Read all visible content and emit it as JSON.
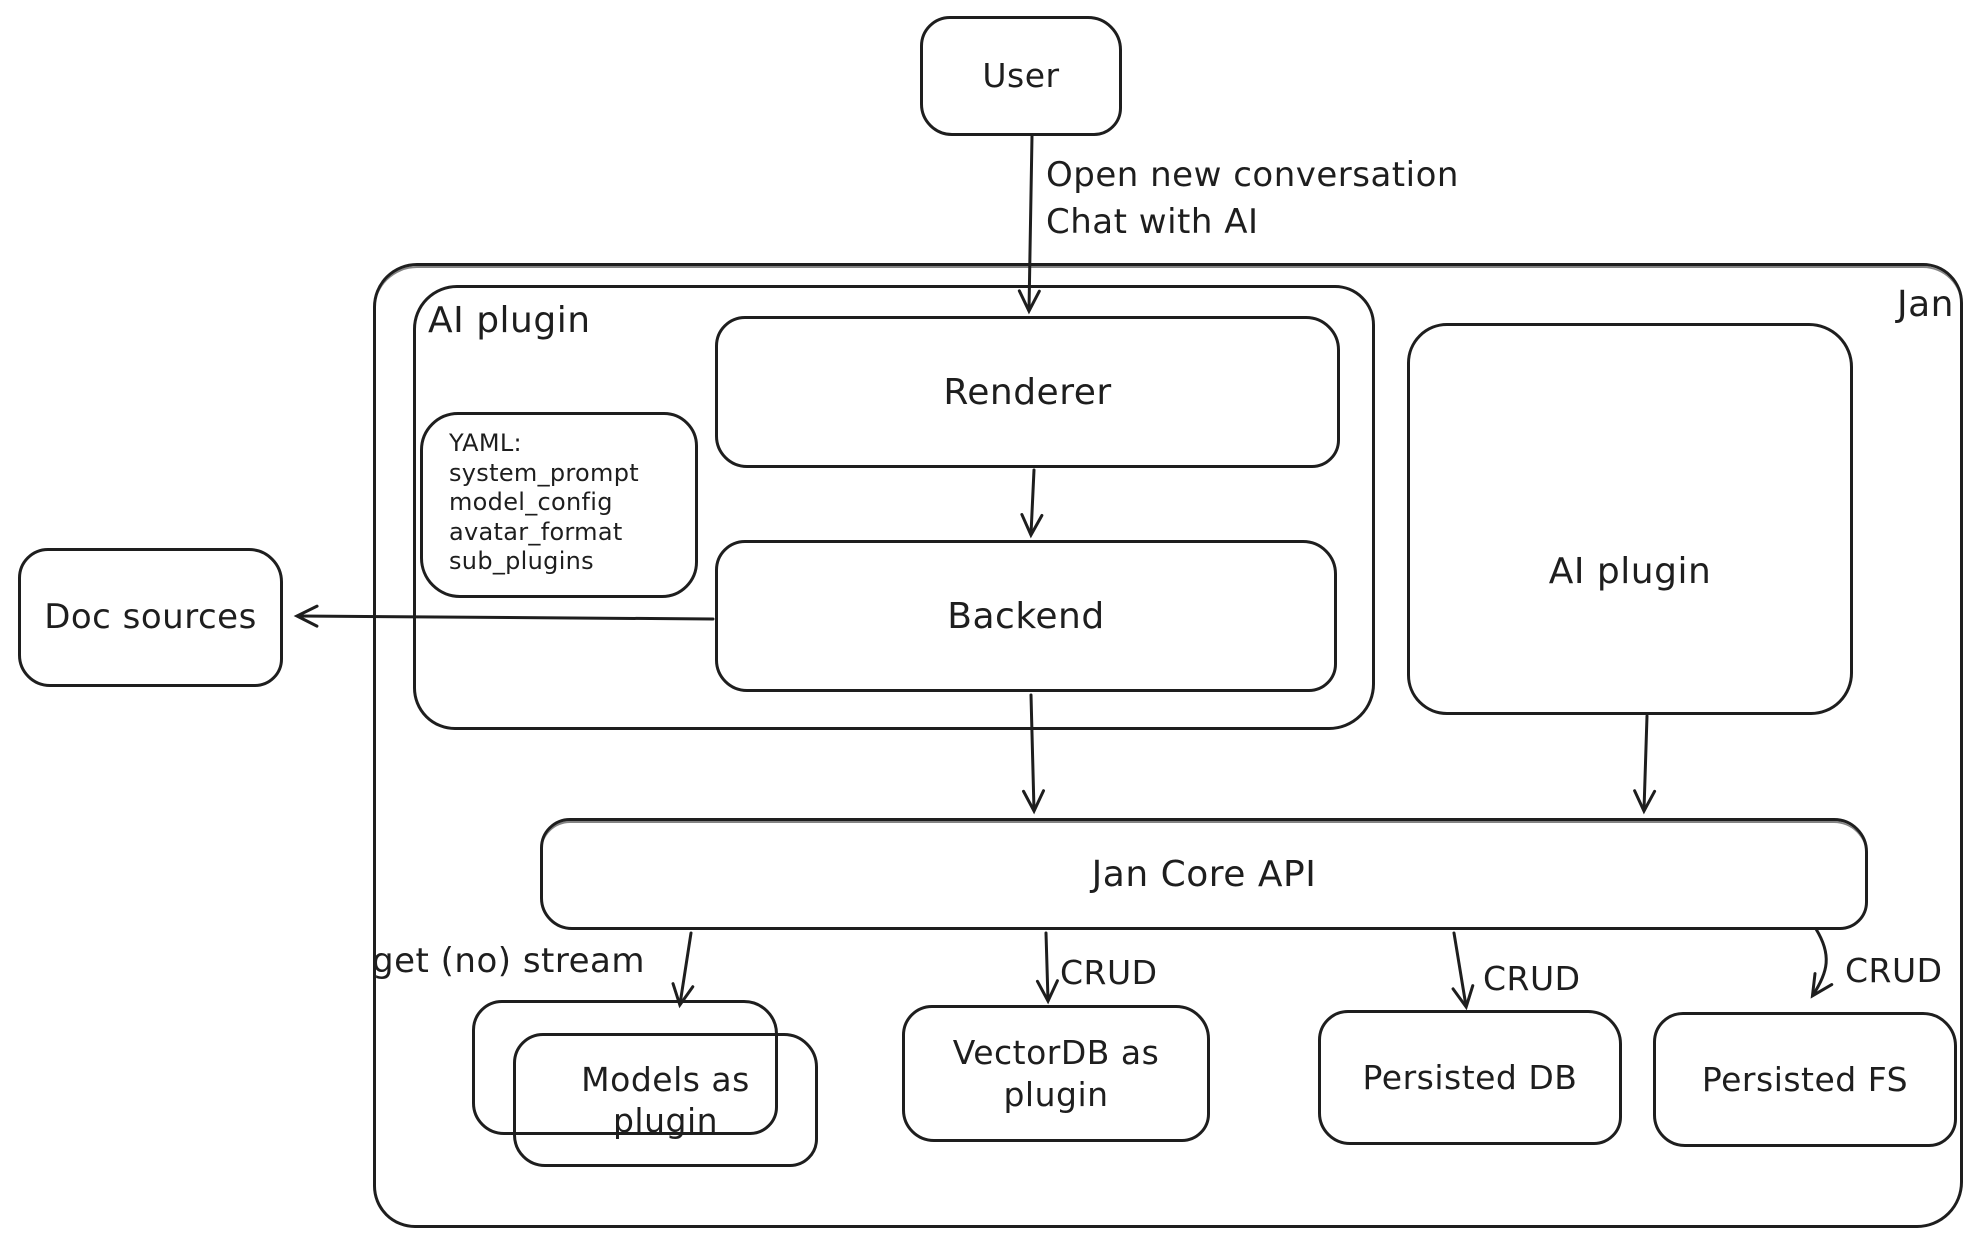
{
  "diagram": {
    "colors": {
      "stroke": "#1e1e1e",
      "background": "#ffffff"
    },
    "nodes": {
      "user": {
        "label": "User"
      },
      "jan_container": {
        "label": "Jan"
      },
      "ai_plugin_container": {
        "label": "AI plugin"
      },
      "renderer": {
        "label": "Renderer"
      },
      "backend": {
        "label": "Backend"
      },
      "doc_sources": {
        "label": "Doc sources"
      },
      "ai_plugin_right": {
        "label": "AI plugin"
      },
      "jan_core_api": {
        "label": "Jan Core API"
      },
      "models_plugin": {
        "label": "Models as plugin"
      },
      "vectordb_plugin": {
        "label": "VectorDB as plugin"
      },
      "persisted_db": {
        "label": "Persisted DB"
      },
      "persisted_fs": {
        "label": "Persisted FS"
      },
      "yaml_note": {
        "title": "YAML:",
        "lines": [
          "system_prompt",
          "model_config",
          "avatar_format",
          "sub_plugins"
        ]
      }
    },
    "edge_labels": {
      "user_to_renderer_line1": "Open new conversation",
      "user_to_renderer_line2": "Chat with AI",
      "get_no_stream": "get (no) stream",
      "crud_vectordb": "CRUD",
      "crud_persisted_db": "CRUD",
      "crud_persisted_fs": "CRUD"
    }
  }
}
